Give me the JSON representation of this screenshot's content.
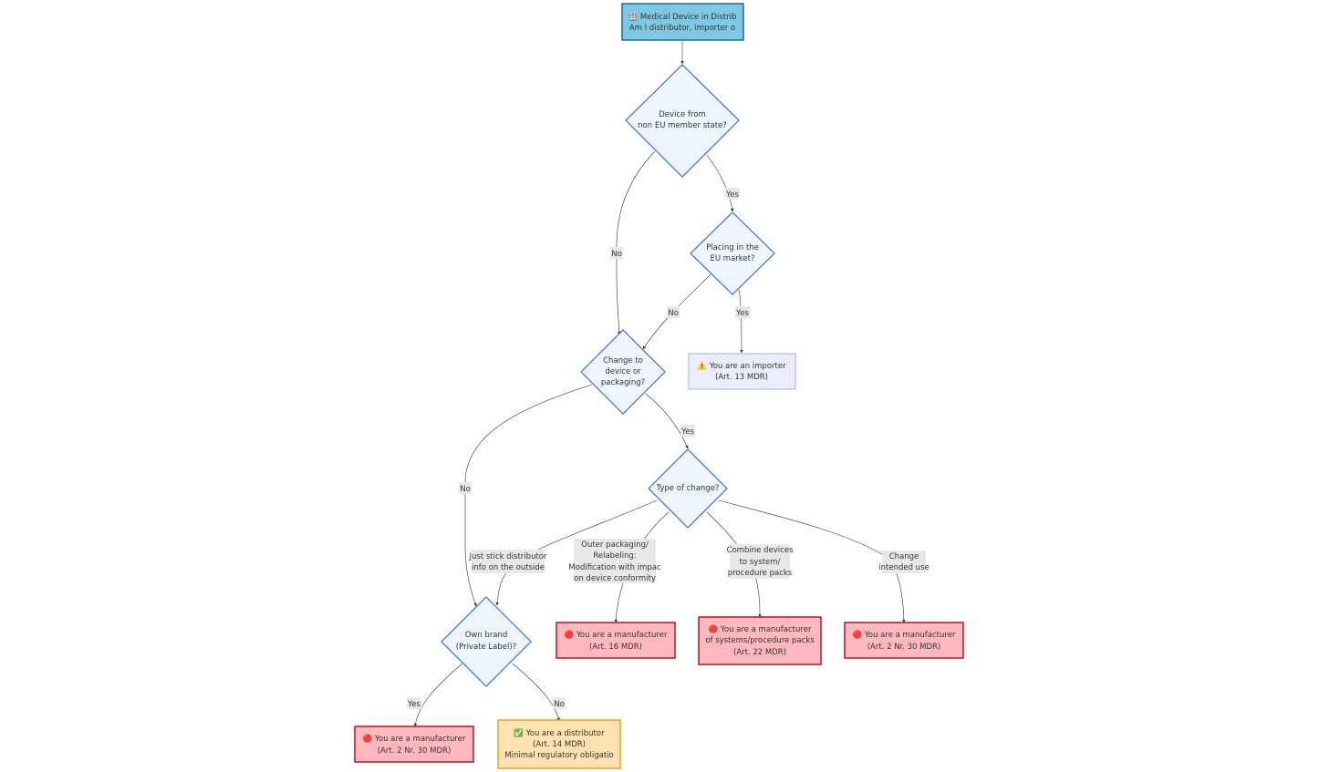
{
  "colors": {
    "start_fill": "#7ec8e3",
    "start_stroke": "#1a6f8c",
    "decision_fill": "#eef5fc",
    "decision_stroke": "#3b6fd6",
    "manufacturer_fill": "#ffb8c0",
    "manufacturer_stroke": "#b01818",
    "distributor_fill": "#ffe2b0",
    "distributor_stroke": "#f0a020",
    "importer_fill": "#ececff",
    "importer_stroke": "#b0a8ee"
  },
  "nodes": {
    "start": {
      "icon": "hospital-icon",
      "lines": [
        "🏥 Medical Device in Distrib",
        "Am I distributor, importer o"
      ]
    },
    "non_eu": {
      "lines": [
        "Device from",
        "non EU member state?"
      ]
    },
    "placing": {
      "lines": [
        "Placing in the",
        "EU market?"
      ]
    },
    "importer": {
      "icon": "warning-icon",
      "lines": [
        "⚠️ You are an importer",
        "(Art. 13 MDR)"
      ]
    },
    "change": {
      "lines": [
        "Change to",
        "device or",
        "packaging?"
      ]
    },
    "type": {
      "lines": [
        "Type of change?"
      ]
    },
    "own_brand": {
      "lines": [
        "Own brand",
        "(Private Label)?"
      ]
    },
    "mfr_16": {
      "icon": "red-circle-icon",
      "lines": [
        "🔴 You are a manufacturer",
        "(Art. 16 MDR)"
      ]
    },
    "mfr_22": {
      "icon": "red-circle-icon",
      "lines": [
        "🔴 You are a manufacturer",
        "of systems/procedure packs",
        "(Art. 22 MDR)"
      ]
    },
    "mfr_2_30_right": {
      "icon": "red-circle-icon",
      "lines": [
        "🔴 You are a manufacturer",
        "(Art. 2 Nr. 30 MDR)"
      ]
    },
    "mfr_2_30_bottom": {
      "icon": "red-circle-icon",
      "lines": [
        "🔴 You are a manufacturer",
        "(Art. 2 Nr. 30 MDR)"
      ]
    },
    "distributor": {
      "icon": "check-mark-icon",
      "lines": [
        "✅ You are a distributor",
        "(Art. 14 MDR)",
        "Minimal regulatory obligatio"
      ]
    }
  },
  "edges": {
    "non_eu_no": [
      "No"
    ],
    "non_eu_yes": [
      "Yes"
    ],
    "placing_no": [
      "No"
    ],
    "placing_yes": [
      "Yes"
    ],
    "change_no": [
      "No"
    ],
    "change_yes": [
      "Yes"
    ],
    "type_sticker": [
      "Just stick distributor",
      "info on the outside"
    ],
    "type_outer": [
      "Outer packaging/",
      "Relabeling:",
      "Modification with impac",
      "on device conformity"
    ],
    "type_combine": [
      "Combine devices",
      "to system/",
      "procedure packs"
    ],
    "type_intended": [
      "Change",
      "intended use"
    ],
    "own_brand_yes": [
      "Yes"
    ],
    "own_brand_no": [
      "No"
    ]
  }
}
